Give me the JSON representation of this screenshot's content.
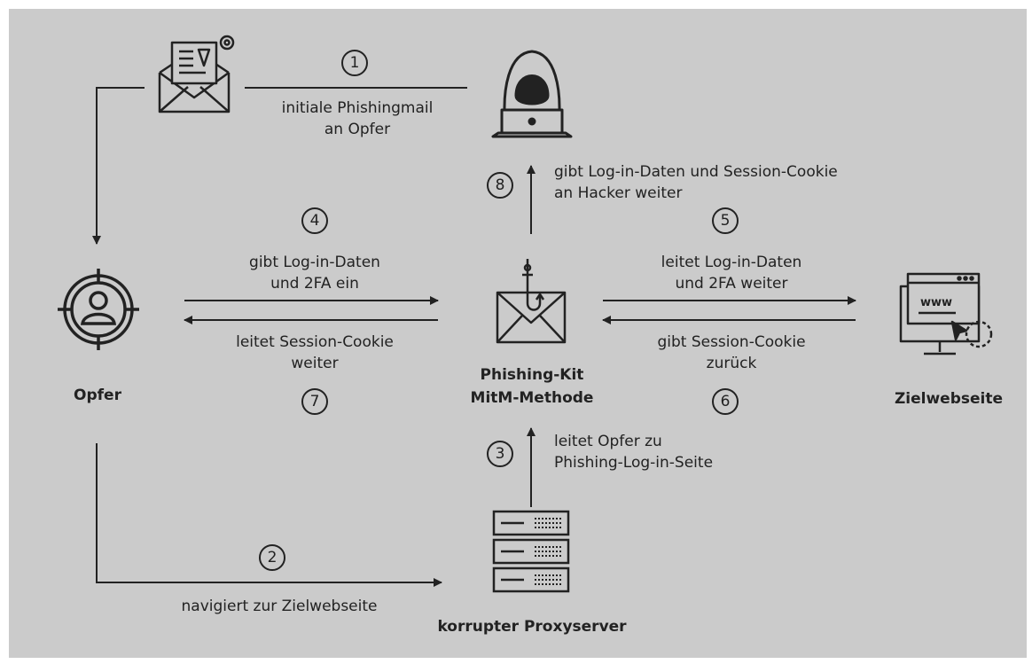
{
  "colors": {
    "background": "#cbcbcb",
    "stroke": "#222222",
    "frame": "#ffffff"
  },
  "nodes": {
    "victim": "Opfer",
    "phishing_kit": "Phishing-Kit\nMitM-Methode",
    "target_site": "Zielwebseite",
    "proxy": "korrupter Proxyserver"
  },
  "steps": [
    {
      "num": "1",
      "text": "initiale Phishingmail\nan Opfer"
    },
    {
      "num": "2",
      "text": "navigiert zur Zielwebseite"
    },
    {
      "num": "3",
      "text": "leitet Opfer zu\nPhishing-Log-in-Seite"
    },
    {
      "num": "4",
      "text": "gibt Log-in-Daten\nund 2FA ein"
    },
    {
      "num": "5",
      "text": "leitet Log-in-Daten\nund 2FA weiter"
    },
    {
      "num": "6",
      "text": "gibt Session-Cookie\nzurück"
    },
    {
      "num": "7",
      "text": "leitet Session-Cookie\nweiter"
    },
    {
      "num": "8",
      "text": "gibt Log-in-Daten und Session-Cookie\nan Hacker weiter"
    }
  ],
  "icons": {
    "email": "envelope-letter-icon",
    "hacker": "hooded-hacker-laptop-icon",
    "victim": "target-user-icon",
    "phishing": "hook-envelope-icon",
    "website": "www-monitor-icon",
    "server": "server-rack-icon"
  }
}
